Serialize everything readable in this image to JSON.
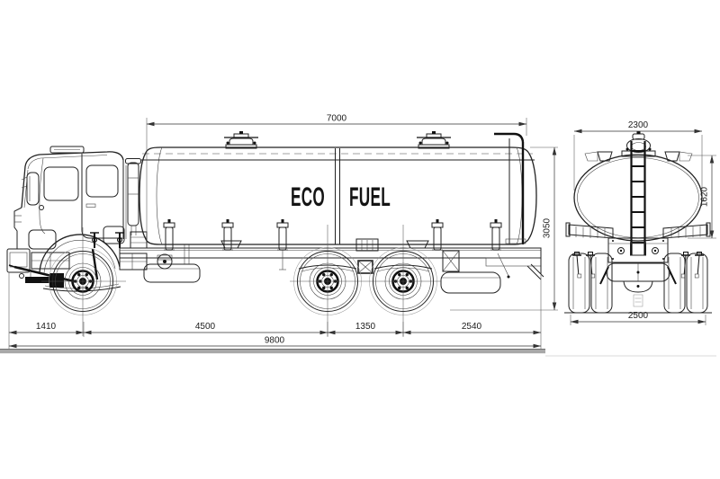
{
  "label": {
    "eco": "ECO",
    "fuel": "FUEL"
  },
  "dims": {
    "tank_length": "7000",
    "overall_height": "3050",
    "front_overhang": "1410",
    "wheelbase": "4500",
    "tandem_spacing": "1350",
    "rear_overhang": "2540",
    "overall_length": "9800",
    "tank_width": "2300",
    "tank_height": "1620",
    "overall_width": "2500"
  },
  "colors": {
    "line": "#222222",
    "dimension": "#333333",
    "ground_shadow": "#a3a3a3",
    "background": "#ffffff"
  }
}
